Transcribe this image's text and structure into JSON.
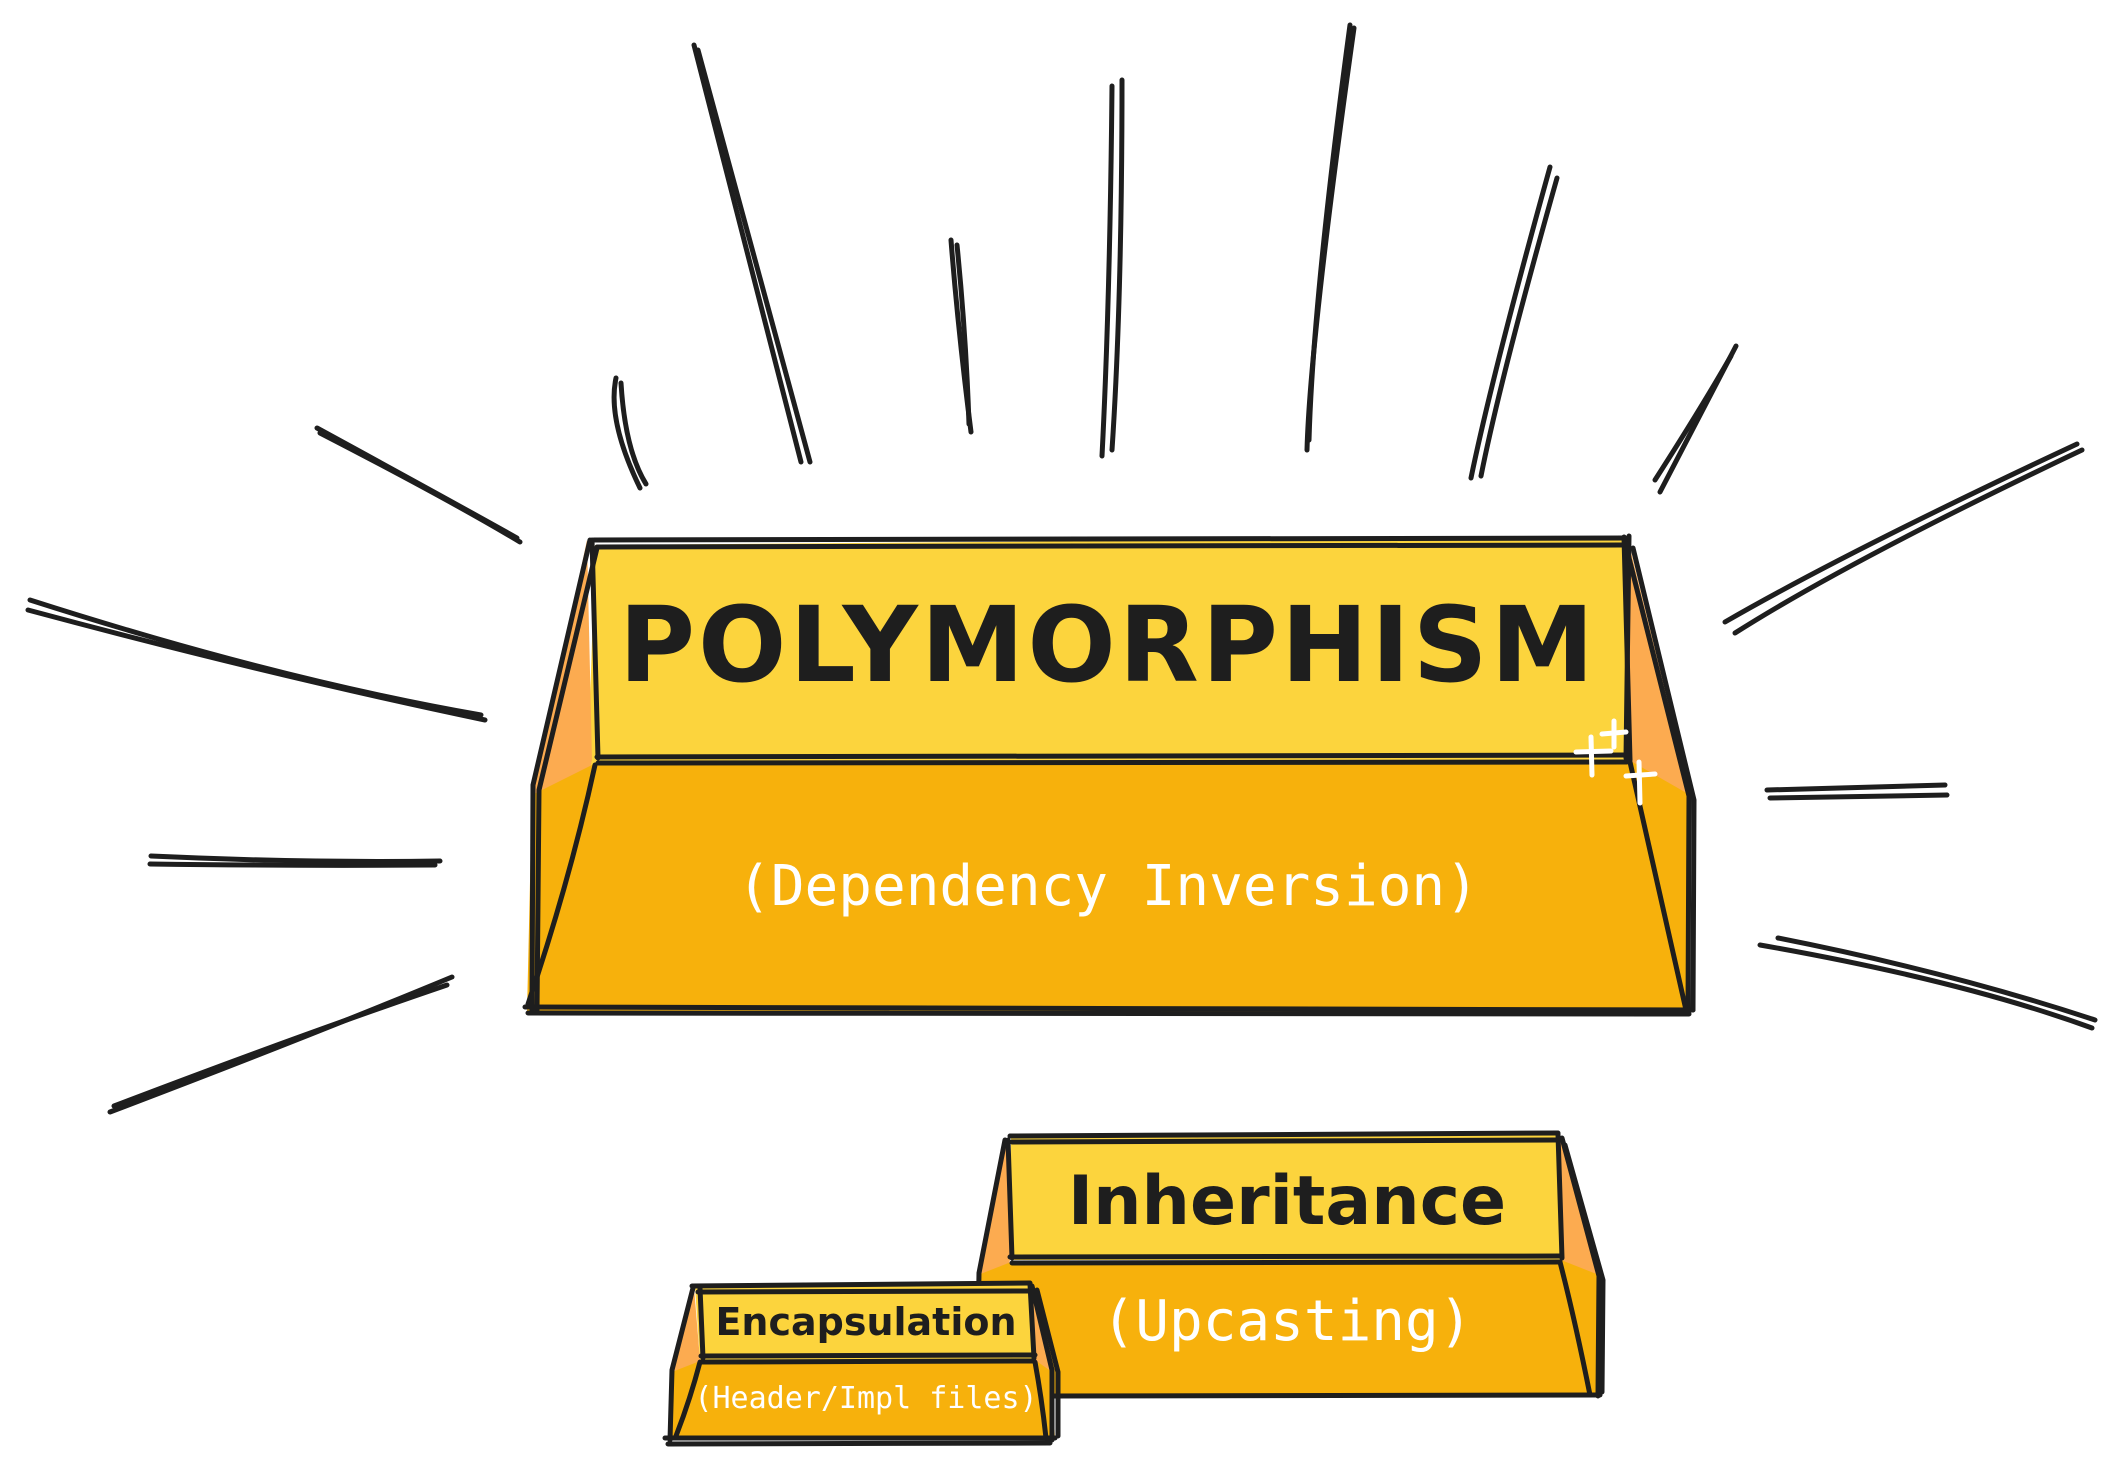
{
  "diagram": {
    "polymorphism": {
      "title": "POLYMORPHISM",
      "subtitle": "(Dependency Inversion)"
    },
    "inheritance": {
      "title": "Inheritance",
      "subtitle": "(Upcasting)"
    },
    "encapsulation": {
      "title": "Encapsulation",
      "subtitle": "(Header/Impl files)"
    }
  },
  "colors": {
    "gold_top": "#fcd43d",
    "gold_front": "#f7b10c",
    "gold_side": "#fcab50",
    "ink": "#1e1e1e",
    "subtitle_text": "#ffffff"
  },
  "icons": [
    "sparkle-icon"
  ]
}
